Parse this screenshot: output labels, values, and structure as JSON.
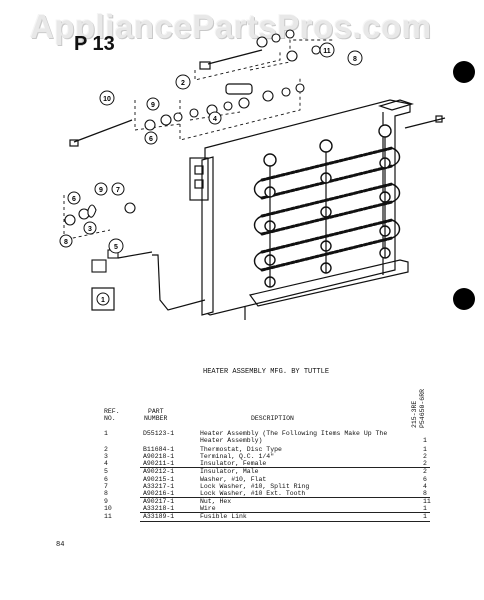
{
  "watermark": "AppliancePartsPros.com",
  "page_code": "P 13",
  "diagram": {
    "callouts": [
      "1",
      "2",
      "3",
      "4",
      "5",
      "6",
      "7",
      "8",
      "9",
      "10",
      "11"
    ]
  },
  "caption": "HEATER ASSEMBLY  MFG. BY TUTTLE",
  "side_codes": [
    "215-3RE",
    "P54650-6RR"
  ],
  "table": {
    "headers": {
      "ref_line1": "REF.",
      "ref_line2": "NO.",
      "part_line1": "PART",
      "part_line2": "NUMBER",
      "description": "DESCRIPTION"
    },
    "rows": [
      {
        "ref": "1",
        "part": "D55123-1",
        "desc": "Heater Assembly (The Following Items Make Up The",
        "qty": ""
      },
      {
        "ref": "",
        "part": "",
        "desc": "Heater Assembly)",
        "qty": "1"
      },
      {
        "ref": "2",
        "part": "B11684-1",
        "desc": "Thermostat, Disc Type",
        "qty": "1"
      },
      {
        "ref": "3",
        "part": "A90218-1",
        "desc": "Terminal, Q.C. 1/4\"",
        "qty": "2"
      },
      {
        "ref": "4",
        "part": "A90211-1",
        "desc": "Insulator, Female",
        "qty": "2"
      },
      {
        "ref": "5",
        "part": "A90212-1",
        "desc": "Insulator, Male",
        "qty": "2"
      },
      {
        "ref": "6",
        "part": "A90215-1",
        "desc": "Washer, #10, Flat",
        "qty": "6"
      },
      {
        "ref": "7",
        "part": "A33217-1",
        "desc": "Lock Washer, #10, Split Ring",
        "qty": "4"
      },
      {
        "ref": "8",
        "part": "A90216-1",
        "desc": "Lock Washer, #10  Ext. Tooth",
        "qty": "8"
      },
      {
        "ref": "9",
        "part": "A90217-1",
        "desc": "Nut, Hex",
        "qty": "11"
      },
      {
        "ref": "10",
        "part": "A33218-1",
        "desc": "Wire",
        "qty": "1"
      },
      {
        "ref": "11",
        "part": "A33189-1",
        "desc": "Fusible Link",
        "qty": "1"
      }
    ]
  },
  "page_number": "84"
}
